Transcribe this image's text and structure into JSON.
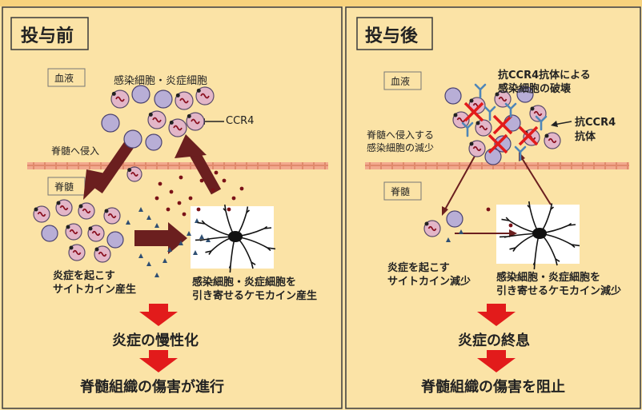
{
  "colors": {
    "background": "#fbe3a6",
    "border": "#3b3b3b",
    "infected_cell": "#e3b6c8",
    "inflammatory_cell": "#b8aed6",
    "dark_arrow": "#6b1f1f",
    "red_arrow": "#e21b1b",
    "membrane": "#f2a98e",
    "chemokine_dot": "#7a1218",
    "cytokine_triangle": "#2f4f73",
    "antibody": "#4f86b8"
  },
  "top_banner_partial": "【 】",
  "left": {
    "panel_title": "投与前",
    "blood_label": "血液",
    "spinal_label": "脊髄",
    "cells_label": "感染細胞・炎症細胞",
    "ccr4_label": "CCR4",
    "invasion_label": "脊髄へ侵入",
    "cytokine_line1": "炎症を起こす",
    "cytokine_line2": "サイトカイン産生",
    "chemokine_line1": "感染細胞・炎症細胞を",
    "chemokine_line2": "引き寄せるケモカイン産生",
    "result1": "炎症の慢性化",
    "result2": "脊髄組織の傷害が進行"
  },
  "right": {
    "panel_title": "投与後",
    "blood_label": "血液",
    "spinal_label": "脊髄",
    "destroy_line1": "抗CCR4抗体による",
    "destroy_line2": "感染細胞の破壊",
    "antibody_line1": "抗CCR4",
    "antibody_line2": "抗体",
    "invasion_line1": "脊髄へ侵入する",
    "invasion_line2": "感染細胞の減少",
    "cytokine_line1": "炎症を起こす",
    "cytokine_line2": "サイトカイン減少",
    "chemokine_line1": "感染細胞・炎症細胞を",
    "chemokine_line2": "引き寄せるケモカイン減少",
    "result1": "炎症の終息",
    "result2": "脊髄組織の傷害を阻止"
  }
}
